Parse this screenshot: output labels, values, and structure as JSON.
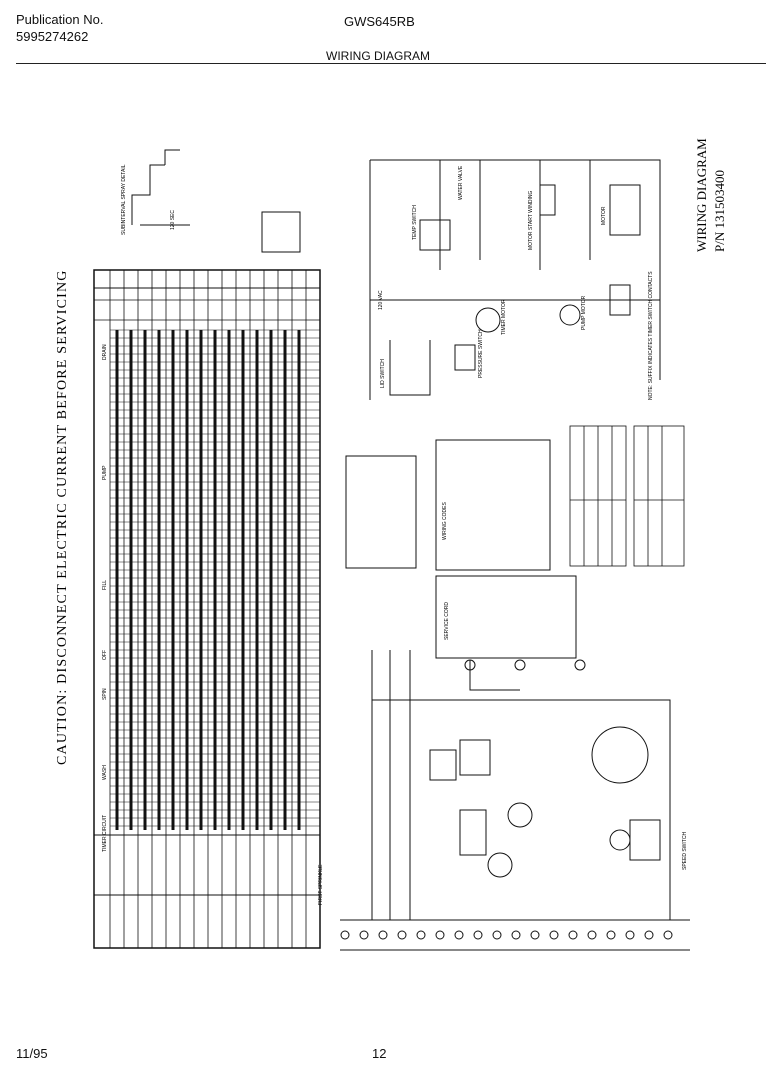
{
  "header": {
    "publication_label": "Publication No.",
    "publication_number": "5995274262",
    "model": "GWS645RB",
    "title": "WIRING DIAGRAM"
  },
  "caution": "CAUTION: DISCONNECT ELECTRIC CURRENT BEFORE SERVICING",
  "stamp": {
    "line1": "WIRING DIAGRAM",
    "line2": "P/N 131503400"
  },
  "schematic_labels": {
    "supply": "120 VAC",
    "timer_motor": "TIMER MOTOR",
    "pump_motor": "PUMP MOTOR",
    "motor_start": "MOTOR START WINDING",
    "water_valve": "WATER VALVE",
    "lid_switch": "LID SWITCH",
    "pressure_switch": "PRESSURE SWITCH",
    "temp_switch": "TEMP SWITCH",
    "speed_switch": "SPEED SWITCH",
    "motor": "MOTOR",
    "note": "NOTE: SUFFIX INDICATES TIMER SWITCH CONTACTS",
    "wiring_codes": "WIRING CODES",
    "service_cord": "SERVICE CORD",
    "timer_circuit": "TIMER CIRCUIT",
    "wash": "WASH",
    "spin": "SPIN",
    "off": "OFF",
    "fill": "FILL",
    "pump": "PUMP",
    "drain": "DRAIN",
    "first_sprinkle": "FIRST SPRINKLE",
    "subinterval_detail": "SUBINTERVAL SPRAY DETAIL",
    "sec_120": "120 SEC"
  },
  "footer": {
    "date": "11/95",
    "page": "12"
  }
}
